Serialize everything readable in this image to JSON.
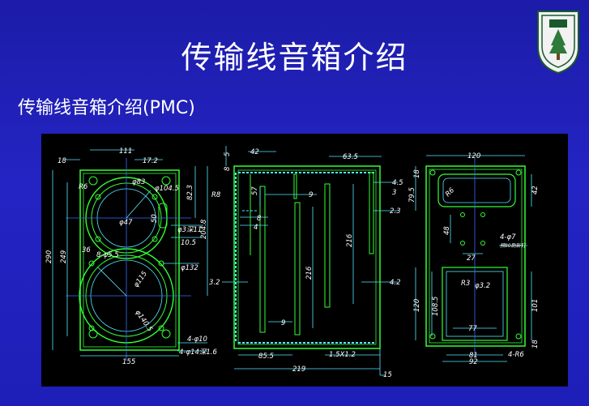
{
  "slide": {
    "title": "传输线音箱介绍",
    "subtitle": "传输线音箱介绍(PMC)"
  },
  "colors": {
    "background": "#2222bb",
    "drawing_bg": "#000000",
    "outline": "#33ff33",
    "dimension": "#55e6ff",
    "centerline": "#3a6cff",
    "text": "#ffffff"
  },
  "drawing": {
    "front_view": {
      "dims": [
        "111",
        "17.2",
        "18",
        "R6",
        "φ83",
        "φ104.5",
        "82.3",
        "φ47",
        "50",
        "φ3深11",
        "204.8",
        "10.5",
        "290",
        "249",
        "36",
        "8-φ5.5",
        "φ115",
        "φ132",
        "φ140.5",
        "4-φ10",
        "4-φ14深1.6",
        "155"
      ]
    },
    "side_view": {
      "dims": [
        "5",
        "8",
        "42",
        "63.5",
        "R8",
        "57",
        "9",
        "4.5",
        "3",
        "8",
        "4",
        "2.3",
        "216",
        "216",
        "3.2",
        "4.2",
        "9",
        "85.5",
        "1.5X1.2",
        "219",
        "15"
      ]
    },
    "back_view": {
      "dims": [
        "120",
        "18",
        "79.5",
        "R6",
        "42",
        "48",
        "4-φ7",
        "预80刷新钉",
        "27",
        "R3",
        "φ3.2",
        "120",
        "108.5",
        "101",
        "77",
        "81",
        "92",
        "4-R6",
        "18"
      ]
    }
  }
}
